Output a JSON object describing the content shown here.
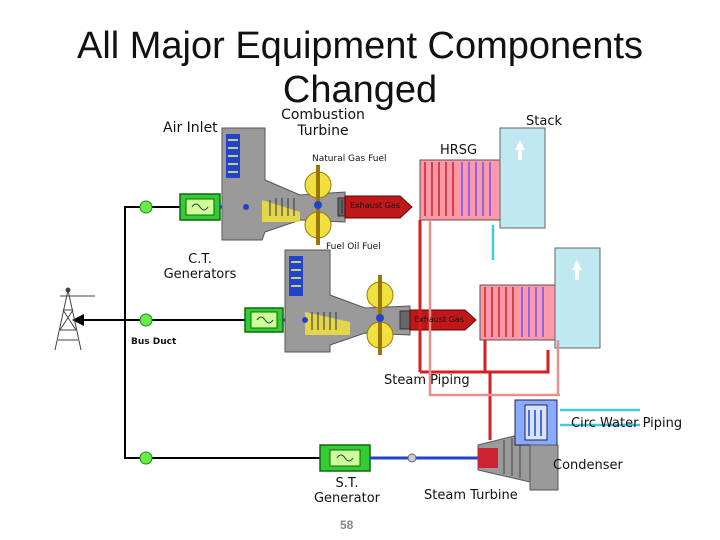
{
  "slide": {
    "title_line1": "All Major Equipment Components",
    "title_line2": "Changed",
    "page_number": "58"
  },
  "labels": {
    "air_inlet": "Air Inlet",
    "combustion_turbine_1": "Combustion",
    "combustion_turbine_2": "Turbine",
    "stack": "Stack",
    "hrsg": "HRSG",
    "natural_gas_fuel": "Natural Gas Fuel",
    "exhaust_gas_1": "Exhaust Gas",
    "fuel_oil_fuel": "Fuel Oil Fuel",
    "ct_generators_1": "C.T.",
    "ct_generators_2": "Generators",
    "exhaust_gas_2": "Exhaust Gas",
    "bus_duct": "Bus Duct",
    "steam_piping": "Steam Piping",
    "circ_water_piping": "Circ Water Piping",
    "condenser": "Condenser",
    "st_generator_1": "S.T.",
    "st_generator_2": "Generator",
    "steam_turbine": "Steam Turbine"
  },
  "colors": {
    "bus_line": "#000000",
    "steam_red": "#d42020",
    "feedwater_pink": "#e89090",
    "circ_water_cyan": "#40c8e8",
    "stack_cyan": "#bfe8f0",
    "turbine_gray": "#9a9a9a",
    "generator_green": "#33cc33",
    "blue_shaft": "#2244cc",
    "fuel_yellow": "#f0e040"
  }
}
